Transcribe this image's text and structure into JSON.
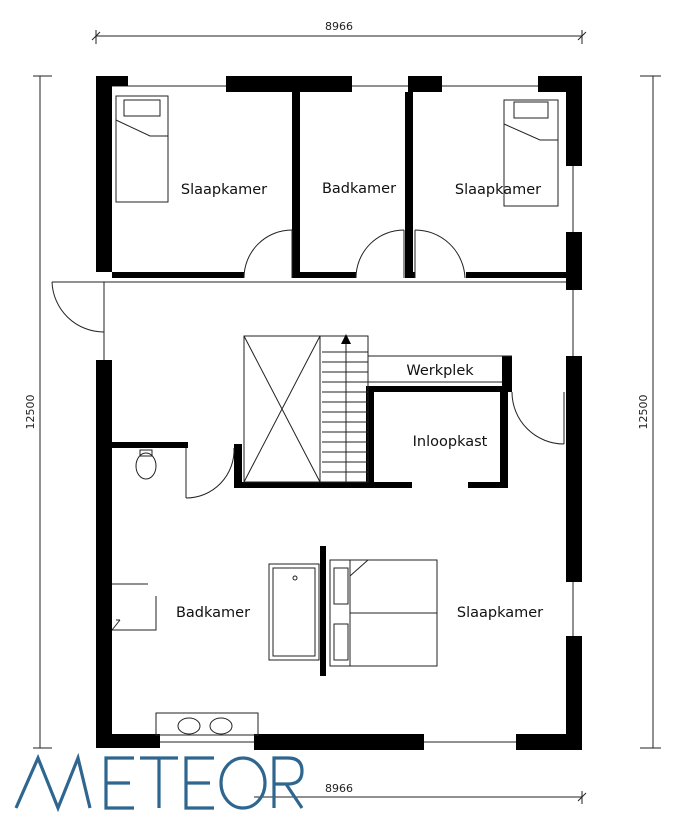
{
  "dimensions": {
    "top_width": "8966",
    "bottom_width": "8966",
    "left_height": "12500",
    "right_height": "12500"
  },
  "rooms": {
    "bedroom_top_left": "Slaapkamer",
    "bathroom_top": "Badkamer",
    "bedroom_top_right": "Slaapkamer",
    "workspace": "Werkplek",
    "walk_in_closet": "Inloopkast",
    "bathroom_bottom": "Badkamer",
    "bedroom_bottom": "Slaapkamer"
  },
  "brand": {
    "logo_text": "METEOR",
    "logo_color": "#2f6690"
  }
}
